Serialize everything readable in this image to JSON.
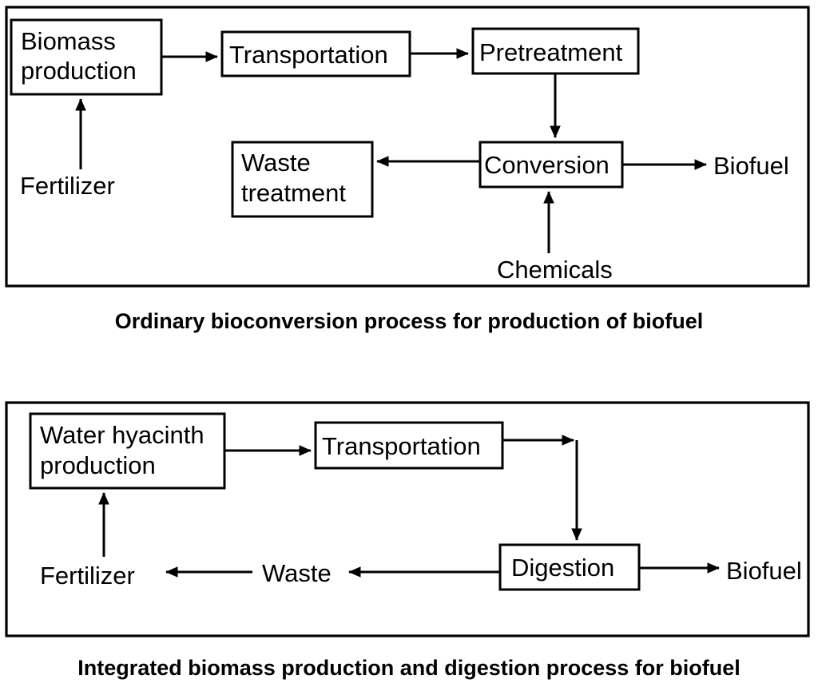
{
  "figure": {
    "type": "flowchart-pair",
    "background": "#ffffff",
    "stroke_color": "#000000"
  },
  "panels": [
    {
      "id": "ordinary-process",
      "caption": "Ordinary bioconversion process for production of biofuel",
      "boxes": [
        {
          "id": "biomass-production",
          "lines": [
            "Biomass",
            "production"
          ]
        },
        {
          "id": "transportation",
          "lines": [
            "Transportation"
          ]
        },
        {
          "id": "pretreatment",
          "lines": [
            "Pretreatment"
          ]
        },
        {
          "id": "conversion",
          "lines": [
            "Conversion"
          ]
        },
        {
          "id": "waste-treatment",
          "lines": [
            "Waste",
            "treatment"
          ]
        }
      ],
      "free_labels": [
        {
          "id": "fertilizer",
          "text": "Fertilizer"
        },
        {
          "id": "chemicals",
          "text": "Chemicals"
        },
        {
          "id": "biofuel",
          "text": "Biofuel"
        }
      ],
      "flows": [
        {
          "from": "biomass-production",
          "to": "transportation",
          "direction": "right"
        },
        {
          "from": "transportation",
          "to": "pretreatment",
          "direction": "right"
        },
        {
          "from": "pretreatment",
          "to": "conversion",
          "direction": "down"
        },
        {
          "from": "conversion",
          "to": "waste-treatment",
          "direction": "left"
        },
        {
          "from": "conversion",
          "to": "biofuel",
          "direction": "right"
        },
        {
          "from": "fertilizer",
          "to": "biomass-production",
          "direction": "up"
        },
        {
          "from": "chemicals",
          "to": "conversion",
          "direction": "up"
        }
      ]
    },
    {
      "id": "integrated-process",
      "caption": "Integrated biomass production and digestion process for biofuel",
      "boxes": [
        {
          "id": "water-hyacinth-production",
          "lines": [
            "Water hyacinth",
            "production"
          ]
        },
        {
          "id": "transportation",
          "lines": [
            "Transportation"
          ]
        },
        {
          "id": "digestion",
          "lines": [
            "Digestion"
          ]
        }
      ],
      "free_labels": [
        {
          "id": "fertilizer",
          "text": "Fertilizer"
        },
        {
          "id": "waste",
          "text": "Waste"
        },
        {
          "id": "biofuel",
          "text": "Biofuel"
        }
      ],
      "flows": [
        {
          "from": "water-hyacinth-production",
          "to": "transportation",
          "direction": "right"
        },
        {
          "from": "transportation",
          "to": "digestion",
          "direction": "elbow-right-down"
        },
        {
          "from": "digestion",
          "to": "waste",
          "direction": "left"
        },
        {
          "from": "waste",
          "to": "fertilizer",
          "direction": "left"
        },
        {
          "from": "digestion",
          "to": "biofuel",
          "direction": "right"
        },
        {
          "from": "fertilizer",
          "to": "water-hyacinth-production",
          "direction": "up"
        }
      ]
    }
  ]
}
